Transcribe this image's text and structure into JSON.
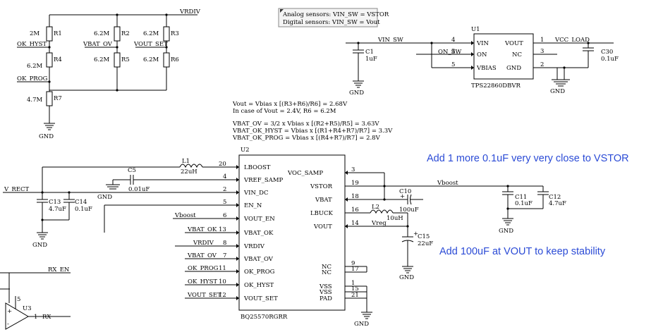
{
  "sticky_note": {
    "line1": "Analog sensors: VIN_SW = VSTOR",
    "line2": "Digital sensors: VIN_SW = Vout"
  },
  "notes": {
    "add_cap_vstor": "Add 1 more 0.1uF very very close to VSTOR",
    "add_cap_vout": "Add 100uF at VOUT to keep stability"
  },
  "formulas": [
    "Vout = Vbias x [(R3+R6)/R6] = 2.68V",
    "In case of Vout = 2.4V, R6 = 6.2M",
    "VBAT_OV = 3/2 x Vbias x [(R2+R5)/R5] = 3.63V",
    "VBAT_OK_HYST = Vbias x [(R1+R4+R7)/R7] = 3.3V",
    "VBAT_OK_PROG = Vbias x [(R4+R7)/R7] = 2.8V"
  ],
  "nets": {
    "vrdiv": "VRDIV",
    "ok_hyst": "OK_HYST",
    "ok_prog": "OK_PROG",
    "vbat_ov": "VBAT_OV",
    "vout_set": "VOUT_SET",
    "vin_sw": "VIN_SW",
    "on_sw": "ON_SW",
    "vcc_load": "VCC_LOAD",
    "v_rect": "V_RECT",
    "vboost": "Vboost",
    "vreg": "Vreg",
    "rx_en": "RX_EN",
    "rx": "RX",
    "gnd": "GND"
  },
  "resistors": [
    {
      "ref": "R1",
      "value": "2M"
    },
    {
      "ref": "R2",
      "value": "6.2M"
    },
    {
      "ref": "R3",
      "value": "6.2M"
    },
    {
      "ref": "R4",
      "value": "6.2M"
    },
    {
      "ref": "R5",
      "value": "6.2M"
    },
    {
      "ref": "R6",
      "value": "6.2M"
    },
    {
      "ref": "R7",
      "value": "4.7M"
    }
  ],
  "capacitors": [
    {
      "ref": "C1",
      "value": "1uF"
    },
    {
      "ref": "C30",
      "value": "0.1uF"
    },
    {
      "ref": "C5",
      "value": "0.01uF"
    },
    {
      "ref": "C13",
      "value": "4.7uF"
    },
    {
      "ref": "C14",
      "value": "0.1uF"
    },
    {
      "ref": "C10",
      "value": "100uF"
    },
    {
      "ref": "C11",
      "value": "0.1uF"
    },
    {
      "ref": "C12",
      "value": "4.7uF"
    },
    {
      "ref": "C15",
      "value": "22uF"
    }
  ],
  "inductors": [
    {
      "ref": "L1",
      "value": "22uH"
    },
    {
      "ref": "L2",
      "value": "10uH"
    }
  ],
  "u1": {
    "ref": "U1",
    "part": "TPS22860DBVR",
    "pins_left": [
      {
        "num": "4",
        "name": "VIN"
      },
      {
        "num": "3",
        "name": "ON"
      },
      {
        "num": "5",
        "name": "VBIAS"
      }
    ],
    "pins_right": [
      {
        "num": "1",
        "name": "VOUT"
      },
      {
        "num": "3",
        "name": "NC"
      },
      {
        "num": "2",
        "name": "GND"
      }
    ]
  },
  "u2": {
    "ref": "U2",
    "part": "BQ25570RGRR",
    "pins_left": [
      {
        "num": "20",
        "name": "LBOOST"
      },
      {
        "num": "4",
        "name": "VREF_SAMP"
      },
      {
        "num": "2",
        "name": "VIN_DC"
      },
      {
        "num": "5",
        "name": "EN_N"
      },
      {
        "num": "6",
        "name": "VOUT_EN"
      },
      {
        "num": "13",
        "name": "VBAT_OK"
      },
      {
        "num": "8",
        "name": "VRDIV"
      },
      {
        "num": "7",
        "name": "VBAT_OV"
      },
      {
        "num": "11",
        "name": "OK_PROG"
      },
      {
        "num": "10",
        "name": "OK_HYST"
      },
      {
        "num": "12",
        "name": "VOUT_SET"
      }
    ],
    "pins_right": [
      {
        "num": "3",
        "name": "VOC_SAMP"
      },
      {
        "num": "19",
        "name": "VSTOR"
      },
      {
        "num": "18",
        "name": "VBAT"
      },
      {
        "num": "16",
        "name": "LBUCK"
      },
      {
        "num": "14",
        "name": "VOUT"
      },
      {
        "num": "9",
        "name": "NC"
      },
      {
        "num": "17",
        "name": "NC"
      },
      {
        "num": "1",
        "name": "VSS"
      },
      {
        "num": "15",
        "name": "VSS"
      },
      {
        "num": "21",
        "name": "PAD"
      }
    ]
  },
  "u3": {
    "ref": "U3",
    "pin_out": "1",
    "pin_vcc": "5",
    "plus": "+",
    "minus": "-"
  }
}
